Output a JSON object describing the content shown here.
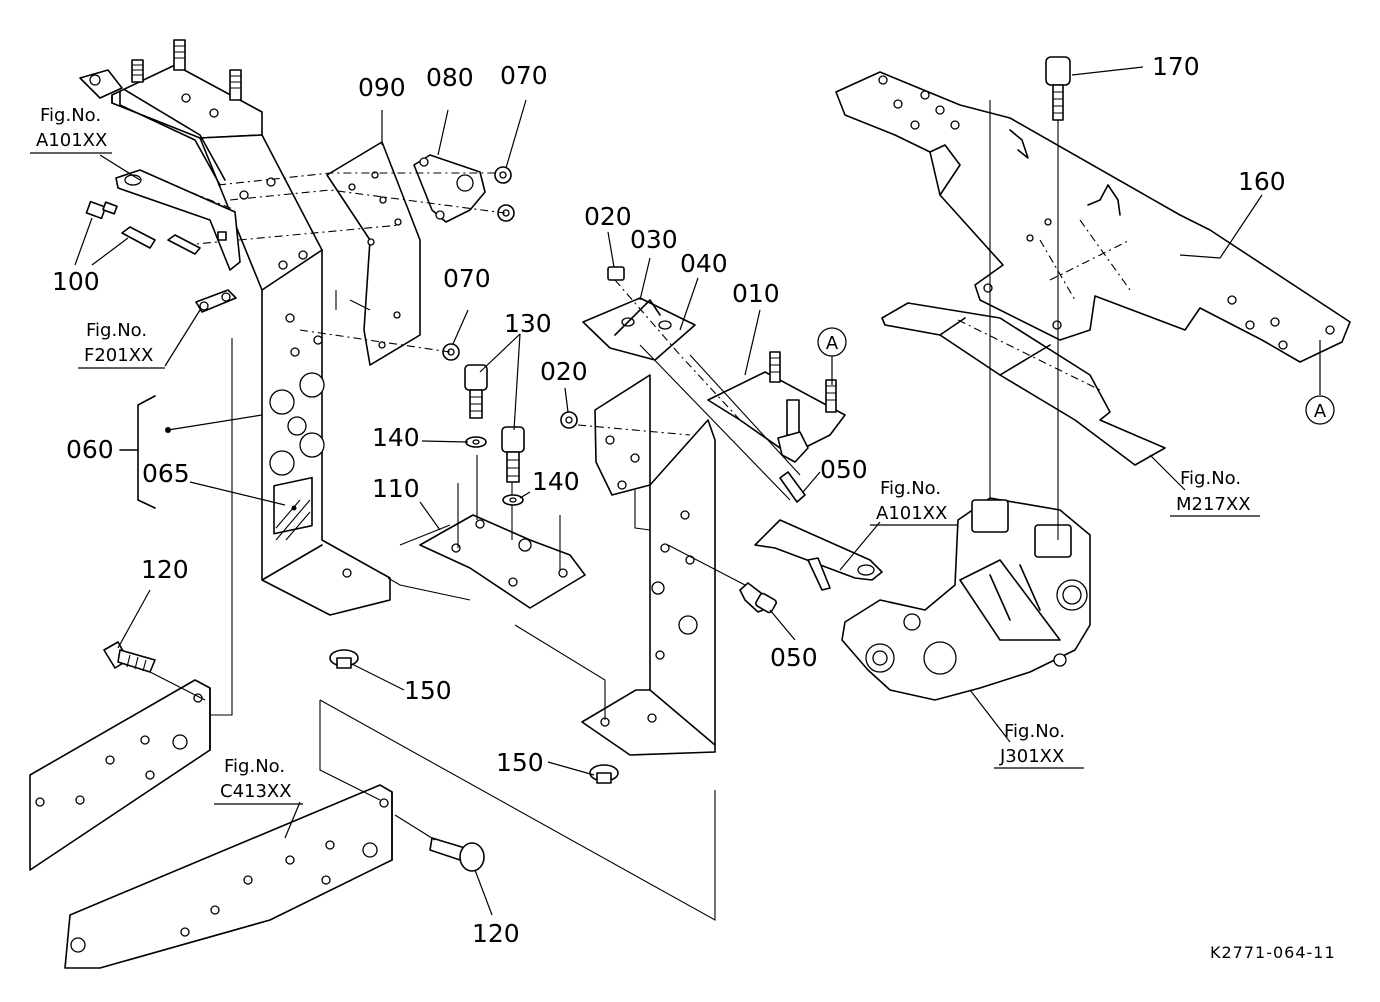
{
  "diagram": {
    "drawing_code": "K2771-064-11",
    "part_labels": {
      "p010": "010",
      "p020a": "020",
      "p020b": "020",
      "p030": "030",
      "p040": "040",
      "p050a": "050",
      "p050b": "050",
      "p060": "060",
      "p065": "065",
      "p070a": "070",
      "p070b": "070",
      "p080": "080",
      "p090": "090",
      "p100": "100",
      "p110": "110",
      "p120a": "120",
      "p120b": "120",
      "p130": "130",
      "p140a": "140",
      "p140b": "140",
      "p150a": "150",
      "p150b": "150",
      "p160": "160",
      "p170": "170"
    },
    "fig_refs": {
      "a101_left": {
        "label": "Fig.No.",
        "code": "A101XX"
      },
      "f201": {
        "label": "Fig.No.",
        "code": "F201XX"
      },
      "c413": {
        "label": "Fig.No.",
        "code": "C413XX"
      },
      "a101_mid": {
        "label": "Fig.No.",
        "code": "A101XX"
      },
      "m217": {
        "label": "Fig.No.",
        "code": "M217XX"
      },
      "j301": {
        "label": "Fig.No.",
        "code": "J301XX"
      }
    },
    "callouts": {
      "a_top": "A",
      "a_right": "A"
    }
  }
}
